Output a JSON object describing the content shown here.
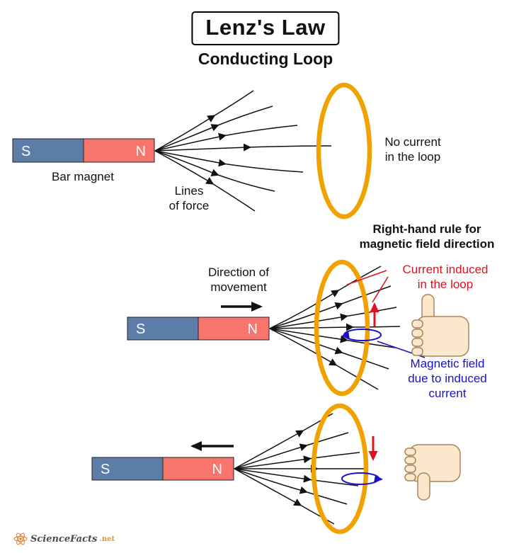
{
  "title": "Lenz's Law",
  "subtitle": "Conducting Loop",
  "static_panel": {
    "magnet": {
      "s": "S",
      "n": "N"
    },
    "bar_magnet_label": "Bar magnet",
    "lines_of_force_label": "Lines\nof force",
    "loop_label": "No current\nin the loop"
  },
  "approach_panel": {
    "heading": "Right-hand rule for\nmagnetic field direction",
    "movement_label": "Direction of\nmovement",
    "magnet": {
      "s": "S",
      "n": "N"
    },
    "current_label": "Current induced\nin the loop",
    "field_label": "Magnetic field\ndue to induced\ncurrent"
  },
  "recede_panel": {
    "magnet": {
      "s": "S",
      "n": "N"
    }
  },
  "footer": {
    "brand": "ScienceFacts",
    "tld": ".net"
  },
  "colors": {
    "magnet_s_blue": "#5b7da8",
    "magnet_n_red": "#f8756e",
    "magnet_border": "#222222",
    "loop_orange": "#f0a202",
    "field_line_black": "#111111",
    "current_red": "#e0101c",
    "induced_blue": "#1b12c8",
    "hand_fill": "#fbe7cb",
    "hand_outline": "#a8855a"
  }
}
